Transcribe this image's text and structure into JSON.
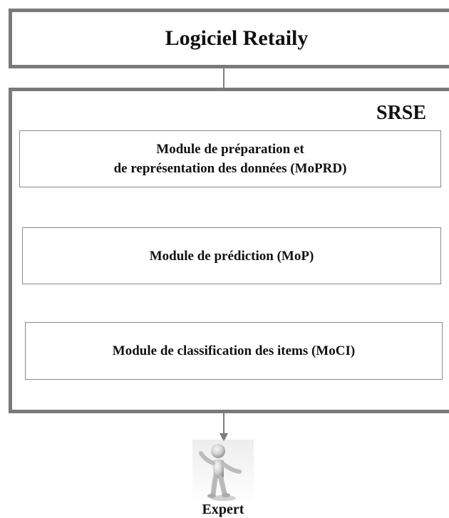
{
  "diagram": {
    "software_label": "Logiciel Retaily",
    "system_label": "SRSE",
    "modules": [
      {
        "line1": "Module de préparation et",
        "line2": "de représentation des données (MoPRD)"
      },
      {
        "line1": "Module de prédiction (MoP)"
      },
      {
        "line1": "Module de classification des items (MoCI)"
      }
    ],
    "actor_label": "Expert",
    "colors": {
      "border": "#7a7a7a",
      "arrow": "#7f7f7f",
      "module_border": "#8a8a8a",
      "text": "#111111"
    },
    "icons": {
      "actor": "person-3d-icon"
    }
  }
}
